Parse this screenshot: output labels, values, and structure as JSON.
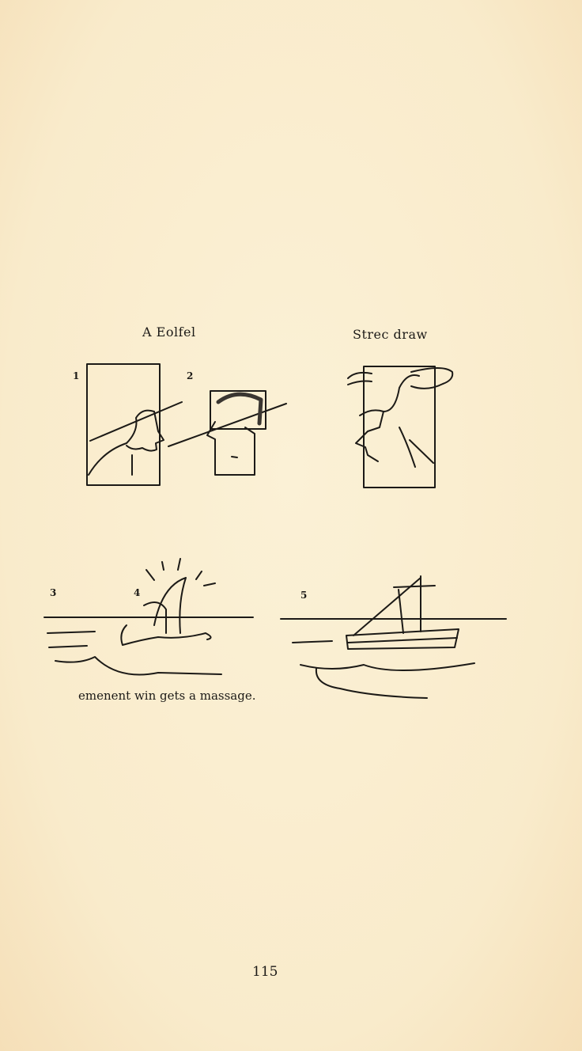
{
  "headings": {
    "left": "A Eolfel",
    "right": "Strec draw"
  },
  "figure_numbers": [
    "1",
    "2",
    "3",
    "4",
    "5"
  ],
  "caption": "emenent win gets a massage.",
  "page_number": "115"
}
